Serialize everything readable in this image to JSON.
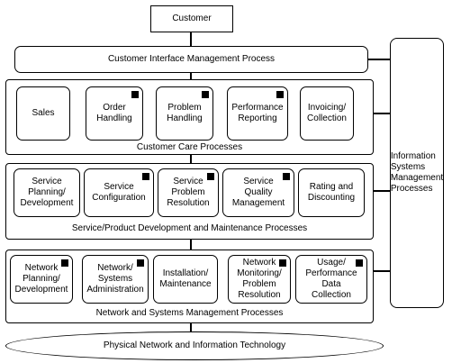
{
  "customer": "Customer",
  "cim": "Customer Interface Management Process",
  "info_systems": "Information\nSystems\nManagement\nProcesses",
  "physical": "Physical Network and Information Technology",
  "layers": [
    {
      "caption": "Customer Care Processes",
      "boxes": [
        {
          "label": "Sales",
          "marked": false
        },
        {
          "label": "Order\nHandling",
          "marked": true
        },
        {
          "label": "Problem\nHandling",
          "marked": true
        },
        {
          "label": "Performance\nReporting",
          "marked": true
        },
        {
          "label": "Invoicing/\nCollection",
          "marked": false
        }
      ]
    },
    {
      "caption": "Service/Product Development and Maintenance Processes",
      "boxes": [
        {
          "label": "Service\nPlanning/\nDevelopment",
          "marked": false
        },
        {
          "label": "Service\nConfiguration",
          "marked": true
        },
        {
          "label": "Service\nProblem\nResolution",
          "marked": true
        },
        {
          "label": "Service\nQuality\nManagement",
          "marked": true
        },
        {
          "label": "Rating and\nDiscounting",
          "marked": false
        }
      ]
    },
    {
      "caption": "Network and Systems Management Processes",
      "boxes": [
        {
          "label": "Network\nPlanning/\nDevelopment",
          "marked": true
        },
        {
          "label": "Network/\nSystems\nAdministration",
          "marked": true
        },
        {
          "label": "Installation/\nMaintenance",
          "marked": false
        },
        {
          "label": "Network\nMonitoring/\nProblem\nResolution",
          "marked": true
        },
        {
          "label": "Usage/\nPerformance\nData\nCollection",
          "marked": true
        }
      ]
    }
  ]
}
